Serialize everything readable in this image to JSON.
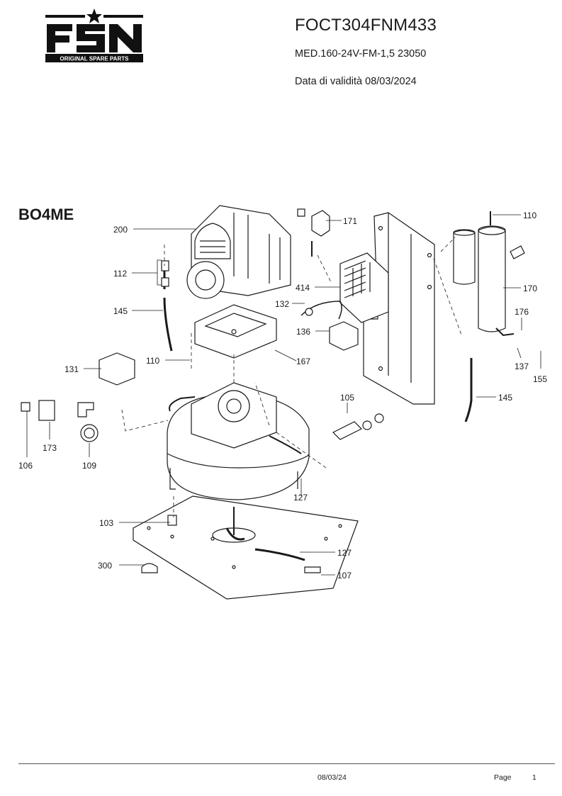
{
  "brand": {
    "logo_text": "FSN",
    "logo_tagline": "ORIGINAL SPARE PARTS"
  },
  "header": {
    "title": "FOCT304FNM433",
    "model": "MED.160-24V-FM-1,5 23050",
    "validity": "Data di validità 08/03/2024"
  },
  "section": {
    "title": "BO4ME"
  },
  "callouts": [
    {
      "label": "200"
    },
    {
      "label": "112"
    },
    {
      "label": "145"
    },
    {
      "label": "171"
    },
    {
      "label": "414"
    },
    {
      "label": "132"
    },
    {
      "label": "136"
    },
    {
      "label": "167"
    },
    {
      "label": "110"
    },
    {
      "label": "131"
    },
    {
      "label": "110"
    },
    {
      "label": "170"
    },
    {
      "label": "176"
    },
    {
      "label": "137"
    },
    {
      "label": "155"
    },
    {
      "label": "145"
    },
    {
      "label": "105"
    },
    {
      "label": "106"
    },
    {
      "label": "173"
    },
    {
      "label": "109"
    },
    {
      "label": "127"
    },
    {
      "label": "103"
    },
    {
      "label": "127"
    },
    {
      "label": "300"
    },
    {
      "label": "107"
    }
  ],
  "footer": {
    "date": "08/03/24",
    "page_label": "Page",
    "page_number": "1"
  },
  "colors": {
    "ink": "#1a1a1a",
    "logo": "#111111"
  }
}
